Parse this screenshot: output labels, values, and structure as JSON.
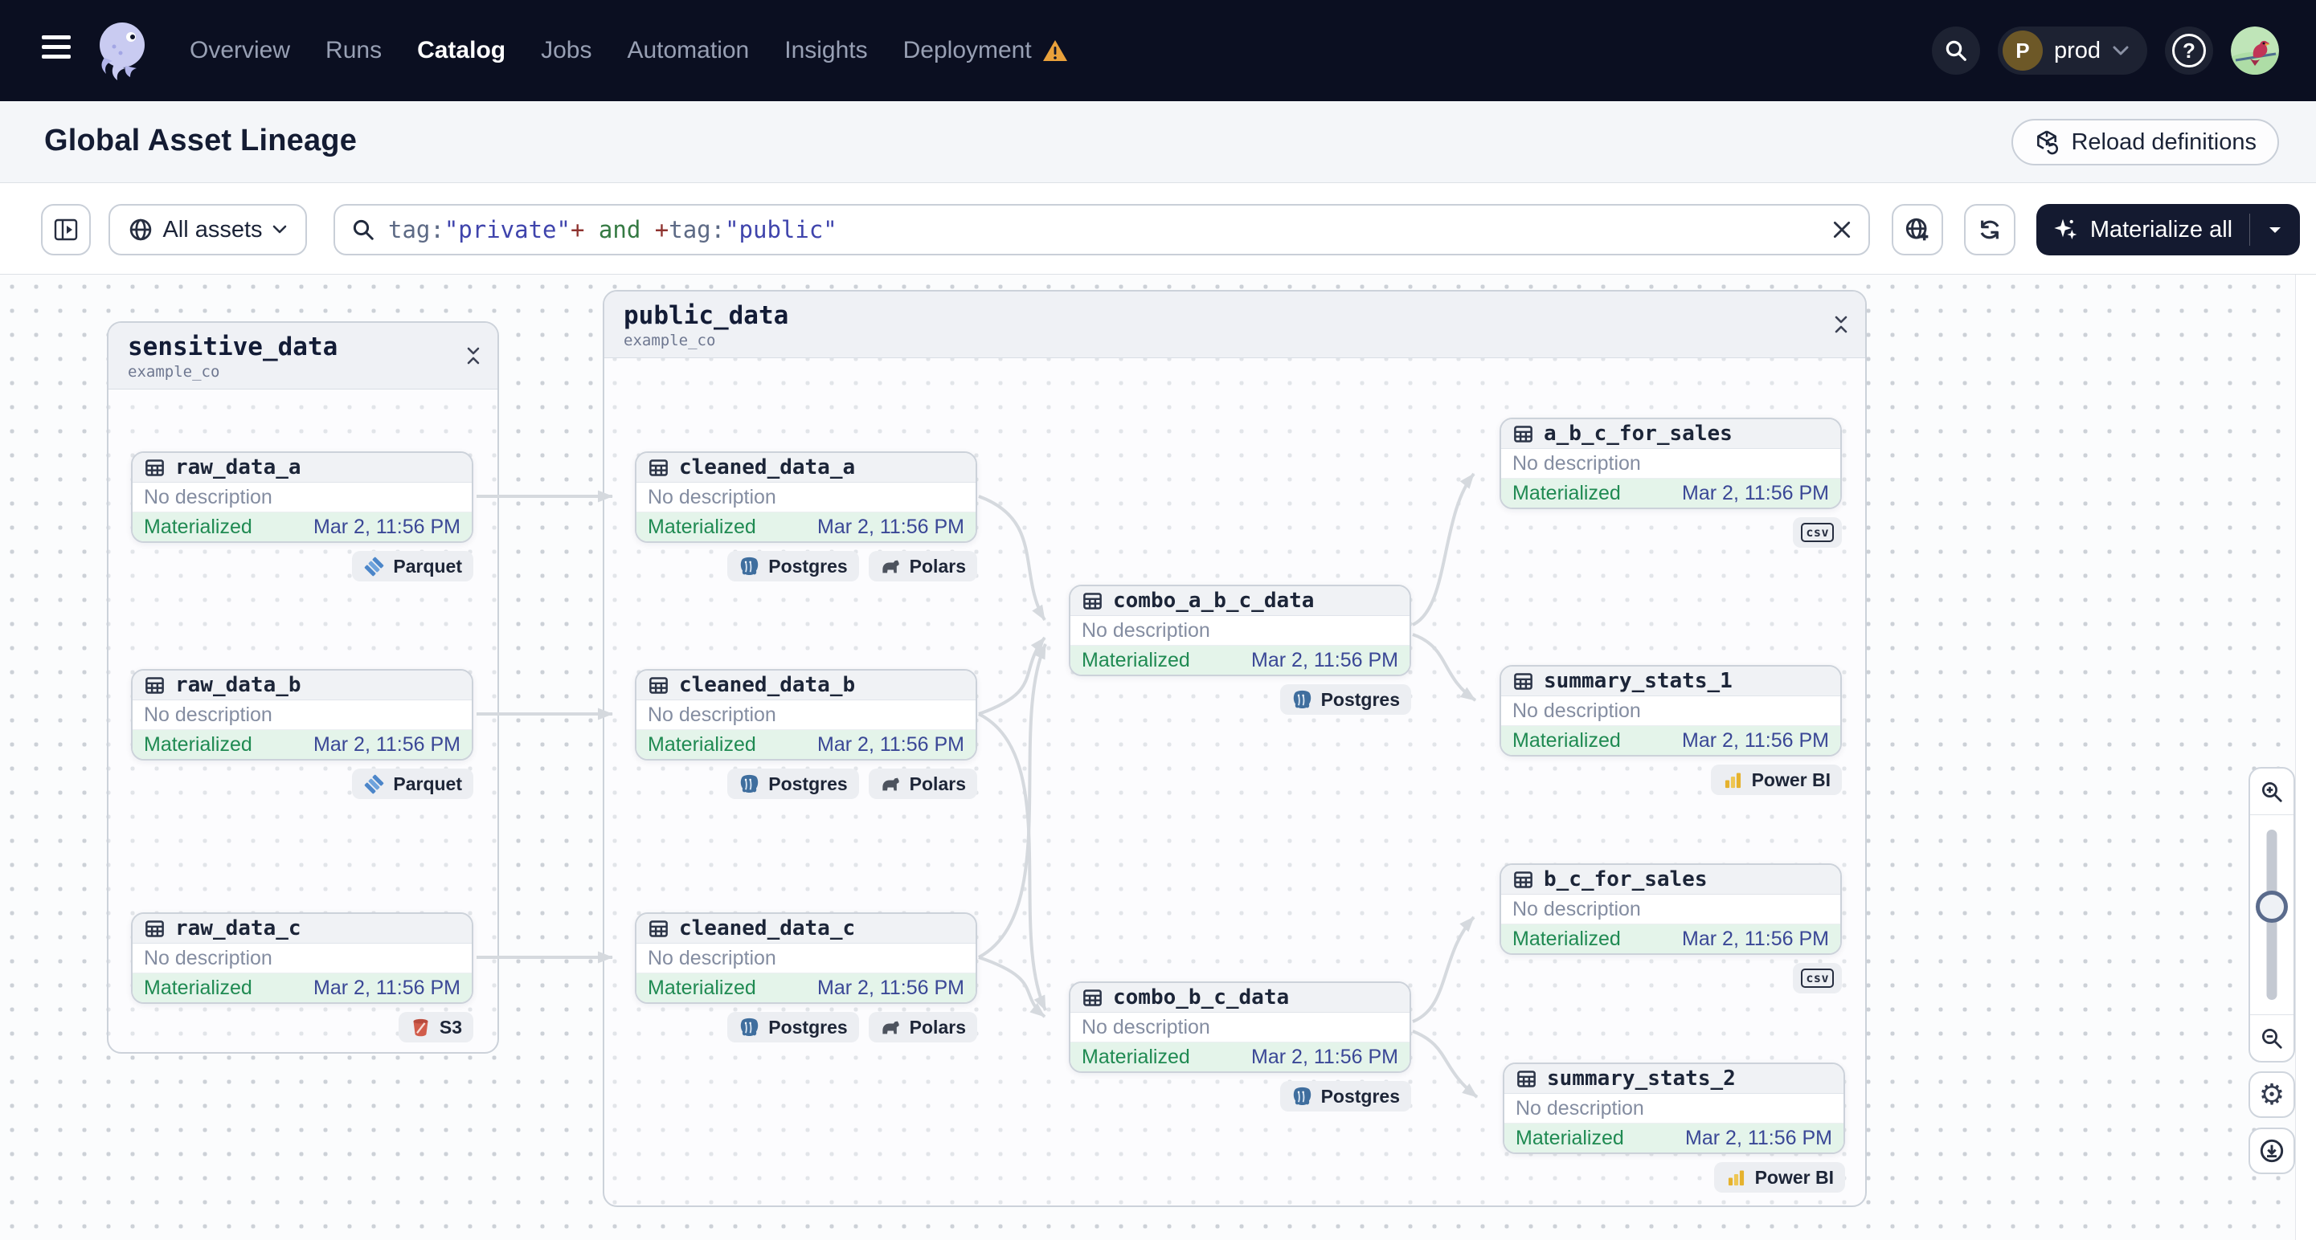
{
  "nav": {
    "items": [
      {
        "label": "Overview"
      },
      {
        "label": "Runs"
      },
      {
        "label": "Catalog",
        "active": true
      },
      {
        "label": "Jobs"
      },
      {
        "label": "Automation"
      },
      {
        "label": "Insights"
      },
      {
        "label": "Deployment",
        "warning": true
      }
    ],
    "env": {
      "initial": "P",
      "label": "prod"
    }
  },
  "header": {
    "title": "Global Asset Lineage",
    "reload_button": "Reload definitions"
  },
  "toolbar": {
    "filter_label": "All assets",
    "query_tokens": [
      {
        "text": "tag:",
        "type": "key"
      },
      {
        "text": "\"private\"",
        "type": "str"
      },
      {
        "text": "+",
        "type": "op"
      },
      {
        "text": " and ",
        "type": "bool"
      },
      {
        "text": "+",
        "type": "op"
      },
      {
        "text": "tag:",
        "type": "key"
      },
      {
        "text": "\"public\"",
        "type": "str"
      }
    ],
    "materialize_label": "Materialize all"
  },
  "graph": {
    "groups": [
      {
        "name": "sensitive_data",
        "repo": "example_co"
      },
      {
        "name": "public_data",
        "repo": "example_co"
      }
    ],
    "assets": [
      {
        "name": "raw_data_a",
        "description": "No description",
        "status": "Materialized",
        "materialized_at": "Mar 2, 11:56 PM",
        "kinds": [
          {
            "label": "Parquet",
            "icon": "parquet"
          }
        ]
      },
      {
        "name": "raw_data_b",
        "description": "No description",
        "status": "Materialized",
        "materialized_at": "Mar 2, 11:56 PM",
        "kinds": [
          {
            "label": "Parquet",
            "icon": "parquet"
          }
        ]
      },
      {
        "name": "raw_data_c",
        "description": "No description",
        "status": "Materialized",
        "materialized_at": "Mar 2, 11:56 PM",
        "kinds": [
          {
            "label": "S3",
            "icon": "s3"
          }
        ]
      },
      {
        "name": "cleaned_data_a",
        "description": "No description",
        "status": "Materialized",
        "materialized_at": "Mar 2, 11:56 PM",
        "kinds": [
          {
            "label": "Postgres",
            "icon": "postgres"
          },
          {
            "label": "Polars",
            "icon": "polars"
          }
        ]
      },
      {
        "name": "cleaned_data_b",
        "description": "No description",
        "status": "Materialized",
        "materialized_at": "Mar 2, 11:56 PM",
        "kinds": [
          {
            "label": "Postgres",
            "icon": "postgres"
          },
          {
            "label": "Polars",
            "icon": "polars"
          }
        ]
      },
      {
        "name": "cleaned_data_c",
        "description": "No description",
        "status": "Materialized",
        "materialized_at": "Mar 2, 11:56 PM",
        "kinds": [
          {
            "label": "Postgres",
            "icon": "postgres"
          },
          {
            "label": "Polars",
            "icon": "polars"
          }
        ]
      },
      {
        "name": "combo_a_b_c_data",
        "description": "No description",
        "status": "Materialized",
        "materialized_at": "Mar 2, 11:56 PM",
        "kinds": [
          {
            "label": "Postgres",
            "icon": "postgres"
          }
        ]
      },
      {
        "name": "combo_b_c_data",
        "description": "No description",
        "status": "Materialized",
        "materialized_at": "Mar 2, 11:56 PM",
        "kinds": [
          {
            "label": "Postgres",
            "icon": "postgres"
          }
        ]
      },
      {
        "name": "a_b_c_for_sales",
        "description": "No description",
        "status": "Materialized",
        "materialized_at": "Mar 2, 11:56 PM",
        "kinds": [
          {
            "label": "csv",
            "icon": "csv"
          }
        ]
      },
      {
        "name": "summary_stats_1",
        "description": "No description",
        "status": "Materialized",
        "materialized_at": "Mar 2, 11:56 PM",
        "kinds": [
          {
            "label": "Power BI",
            "icon": "powerbi"
          }
        ]
      },
      {
        "name": "b_c_for_sales",
        "description": "No description",
        "status": "Materialized",
        "materialized_at": "Mar 2, 11:56 PM",
        "kinds": [
          {
            "label": "csv",
            "icon": "csv"
          }
        ]
      },
      {
        "name": "summary_stats_2",
        "description": "No description",
        "status": "Materialized",
        "materialized_at": "Mar 2, 11:56 PM",
        "kinds": [
          {
            "label": "Power BI",
            "icon": "powerbi"
          }
        ]
      }
    ]
  },
  "colors": {
    "nav_bg": "#0b0f21",
    "accent_dark": "#141a30",
    "status_green": "#1f8a52",
    "timestamp_indigo": "#3a4796",
    "warning_orange": "#e9a13b",
    "token_key": "#5d6a85",
    "token_string": "#3f44ac",
    "token_operator": "#8f3430",
    "token_boolean": "#357a43",
    "edge_gray": "#d5d9de"
  }
}
